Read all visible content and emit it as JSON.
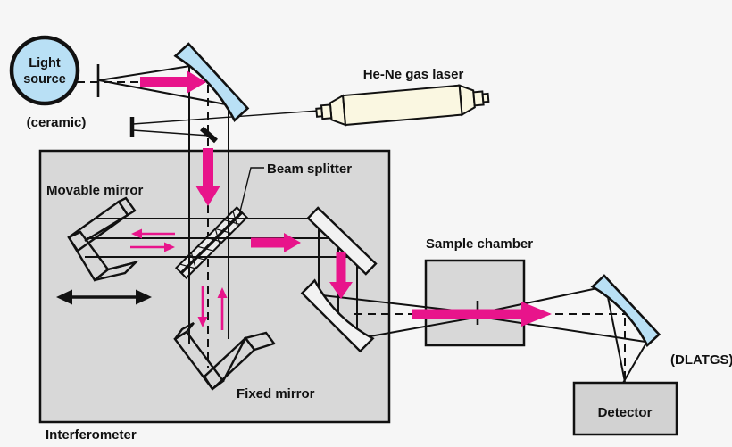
{
  "diagram": {
    "labels": {
      "light_source_line1": "Light",
      "light_source_line2": "source",
      "ceramic": "(ceramic)",
      "laser": "He-Ne gas laser",
      "movable_mirror": "Movable mirror",
      "beam_splitter": "Beam splitter",
      "fixed_mirror": "Fixed mirror",
      "interferometer": "Interferometer",
      "sample_chamber": "Sample chamber",
      "detector": "Detector",
      "detector_type": "(DLATGS)"
    },
    "colors": {
      "background": "#f6f6f6",
      "chamber_gray": "#d8d8d8",
      "mirror_blue": "#b9e0f5",
      "laser_body": "#faf7e1",
      "beam_arrow": "#e8148b",
      "line_black": "#111111"
    }
  }
}
